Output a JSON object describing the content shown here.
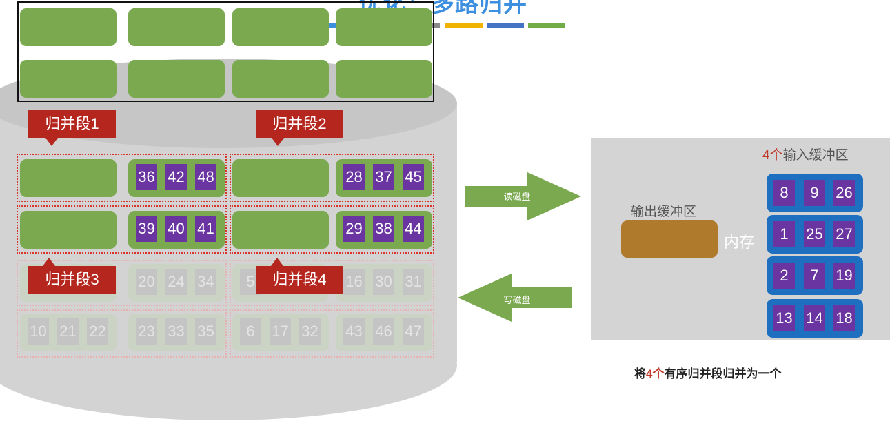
{
  "title": "优化：多路归并",
  "title_bar_colors": [
    "#3d8fe0",
    "#8a8a8a",
    "#f0b400",
    "#4472c4",
    "#70ad47"
  ],
  "colors": {
    "block_green": "#7aa94f",
    "number_purple": "#6a35a0",
    "label_red": "#b5261e",
    "buffer_blue": "#1e6fc0",
    "output_buffer": "#b07a2c"
  },
  "segments": {
    "seg1_label": "归并段1",
    "seg2_label": "归并段2",
    "seg3_label": "归并段3",
    "seg4_label": "归并段4"
  },
  "disk": {
    "row1": {
      "b2": [
        "36",
        "42",
        "48"
      ],
      "b4": [
        "28",
        "37",
        "45"
      ]
    },
    "row2": {
      "b2": [
        "39",
        "40",
        "41"
      ],
      "b4": [
        "29",
        "38",
        "44"
      ]
    },
    "row3": {
      "b2": [
        "20",
        "24",
        "34"
      ],
      "b3_partial": "5",
      "b4": [
        "16",
        "30",
        "31"
      ]
    },
    "row4": {
      "b1": [
        "10",
        "21",
        "22"
      ],
      "b2": [
        "23",
        "33",
        "35"
      ],
      "b3": [
        "6",
        "17",
        "32"
      ],
      "b4": [
        "43",
        "46",
        "47"
      ]
    }
  },
  "arrows": {
    "read": "读磁盘",
    "write": "写磁盘"
  },
  "memory": {
    "input_title_count": "4个",
    "input_title_rest": "输入缓冲区",
    "output_label": "输出缓冲区",
    "memory_label": "内存",
    "buffers": [
      [
        "8",
        "9",
        "26"
      ],
      [
        "1",
        "25",
        "27"
      ],
      [
        "2",
        "7",
        "19"
      ],
      [
        "13",
        "14",
        "18"
      ]
    ]
  },
  "caption": {
    "prefix": "将",
    "count": "4个",
    "suffix": "有序归并段归并为一个"
  }
}
